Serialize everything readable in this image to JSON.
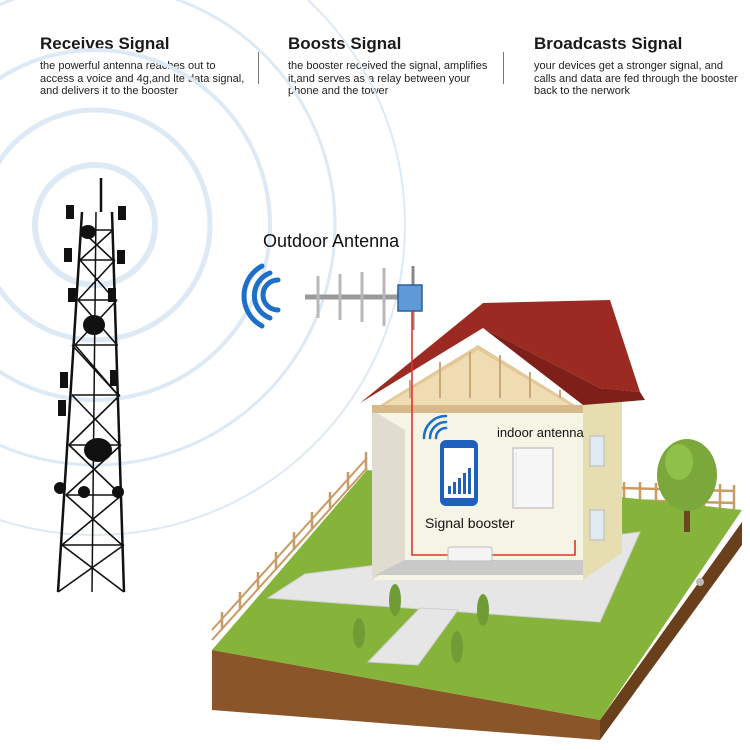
{
  "steps": [
    {
      "title": "Receives Signal",
      "text": "the powerful antenna reaches out to access a voice and 4g,and lte data signal, and delivers it to the booster"
    },
    {
      "title": "Boosts Signal",
      "text": "the booster received the signal, amplifies it,and serves as a relay between your phone and the tower"
    },
    {
      "title": "Broadcasts Signal",
      "text": "your devices get a stronger signal, and calls and data are fed through the booster back to the nerwork"
    }
  ],
  "labels": {
    "outdoor_antenna": "Outdoor Antenna",
    "indoor_antenna": "indoor antenna",
    "signal_booster": "Signal booster"
  },
  "colors": {
    "wave": "#1e6fc8",
    "roof": "#9a2a22",
    "grass": "#86b43a",
    "soil": "#7a4a22",
    "wall": "#f1eed2",
    "cable": "#d93a2b"
  }
}
